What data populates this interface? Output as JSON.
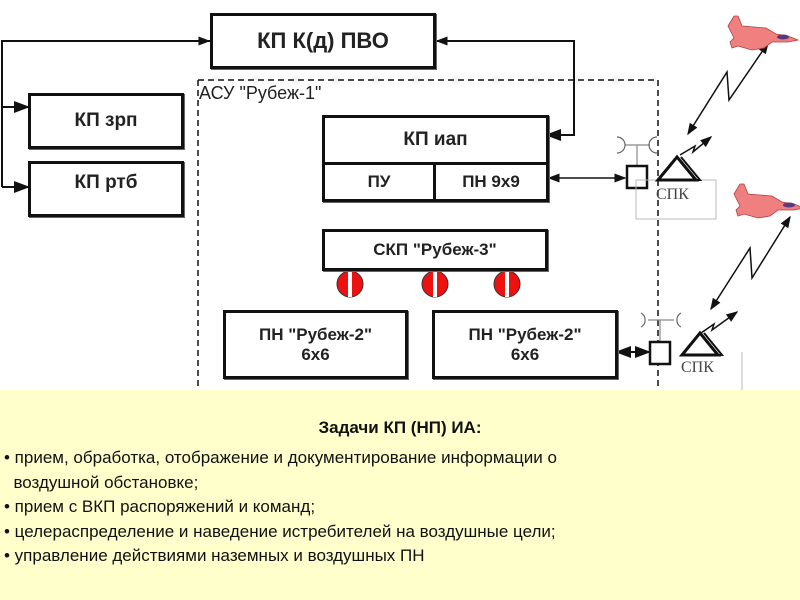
{
  "diagram": {
    "title_node": "КП К(д) ПВО",
    "left_nodes": [
      "КП зрп",
      "КП ртб"
    ],
    "system_boundary_label": "АСУ \"Рубеж-1\"",
    "kp_iap": {
      "title": "КП иап",
      "sub_left": "ПУ",
      "sub_right": "ПН 9х9"
    },
    "skp_node": "СКП \"Рубеж-3\"",
    "pn_nodes": [
      {
        "line1": "ПН \"Рубеж-2\"",
        "line2": "6х6"
      },
      {
        "line1": "ПН \"Рубеж-2\"",
        "line2": "6х6"
      }
    ],
    "spk_labels": [
      "СПК",
      "СПК"
    ],
    "icons": {
      "aircraft": "fighter-jet-icon",
      "antenna": "antenna-icon",
      "radio_link": "lightning-link-icon",
      "wheel": "wheel-icon"
    },
    "colors": {
      "aircraft": "#f08080",
      "wheel": "#ee1111",
      "panel_bg": "#ffffcc"
    }
  },
  "tasks": {
    "title": "Задачи КП (НП) ИА:",
    "items": [
      "• прием, обработка, отображение и документирование информации о",
      "  воздушной обстановке;",
      "• прием с ВКП распоряжений и команд;",
      "• целераспределение и наведение истребителей на воздушные цели;",
      "• управление действиями наземных и воздушных ПН"
    ]
  }
}
